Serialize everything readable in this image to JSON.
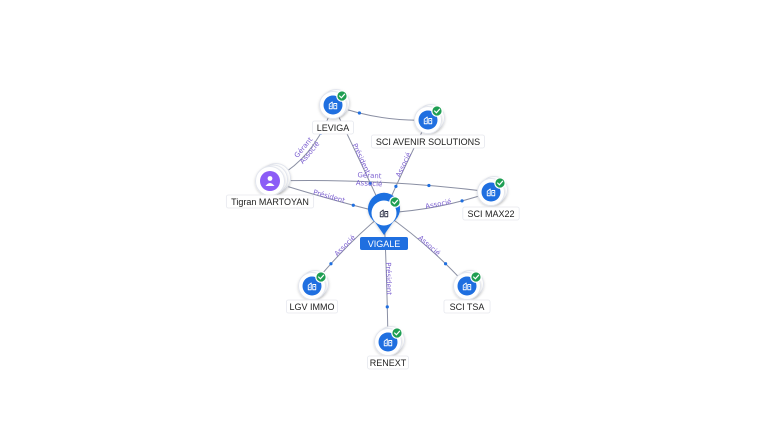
{
  "graph": {
    "center": {
      "name": "VIGALE",
      "verified": true,
      "icon": "building-icon"
    },
    "companies": [
      {
        "id": "leviga",
        "name": "LEVIGA",
        "verified": true,
        "icon": "building-icon"
      },
      {
        "id": "sci-avenir",
        "name": "SCI AVENIR SOLUTIONS",
        "verified": true,
        "icon": "building-icon"
      },
      {
        "id": "sci-max22",
        "name": "SCI MAX22",
        "verified": true,
        "icon": "building-icon"
      },
      {
        "id": "lgv-immo",
        "name": "LGV IMMO",
        "verified": true,
        "icon": "building-icon"
      },
      {
        "id": "renext",
        "name": "RENEXT",
        "verified": true,
        "icon": "building-icon"
      },
      {
        "id": "sci-tsa",
        "name": "SCI TSA",
        "verified": true,
        "icon": "building-icon"
      }
    ],
    "persons": [
      {
        "id": "tigran",
        "name": "Tigran MARTOYAN",
        "icon": "person-icon"
      }
    ],
    "relations": [
      {
        "from": "tigran",
        "to": "vigale",
        "label": "Président"
      },
      {
        "from": "tigran",
        "to": "leviga",
        "label": "Gérant\nAssocié"
      },
      {
        "from": "tigran",
        "to": "sci-max22",
        "label": ""
      },
      {
        "from": "leviga",
        "to": "vigale",
        "label": "Président"
      },
      {
        "from": "sci-avenir",
        "to": "vigale",
        "label": "Associé"
      },
      {
        "from": "sci-avenir",
        "to": "leviga",
        "label": ""
      },
      {
        "from": "vigale",
        "to": "sci-max22",
        "label": "Associé"
      },
      {
        "from": "vigale",
        "to": "lgv-immo",
        "label": "Associé"
      },
      {
        "from": "vigale",
        "to": "renext",
        "label": "Président"
      },
      {
        "from": "vigale",
        "to": "sci-tsa",
        "label": "Associé"
      },
      {
        "from": "tigran",
        "to": "sci-max22",
        "label": "Gérant\nAssocié"
      }
    ],
    "colors": {
      "accent": "#1f6fe0",
      "verified": "#1e9e52",
      "person": "#8b5cf6",
      "edge": "#8a8fa3",
      "edge_label": "#7b5fd0"
    }
  }
}
